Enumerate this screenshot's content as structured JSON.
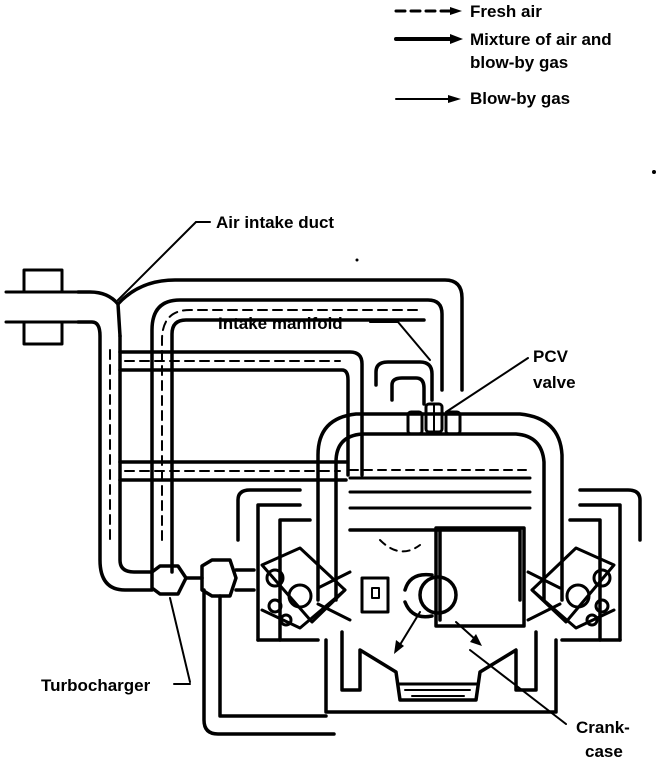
{
  "legend": {
    "fresh_air": "Fresh air",
    "mixture_line1": "Mixture of air and",
    "mixture_line2": "blow-by gas",
    "blow_by": "Blow-by gas"
  },
  "labels": {
    "air_intake_duct": "Air intake duct",
    "intake_manifold": "Intake manifold",
    "pcv_valve_line1": "PCV",
    "pcv_valve_line2": "valve",
    "turbocharger": "Turbocharger",
    "crankcase_line1": "Crank-",
    "crankcase_line2": "case"
  },
  "colors": {
    "ink": "#000000",
    "background": "#ffffff"
  }
}
